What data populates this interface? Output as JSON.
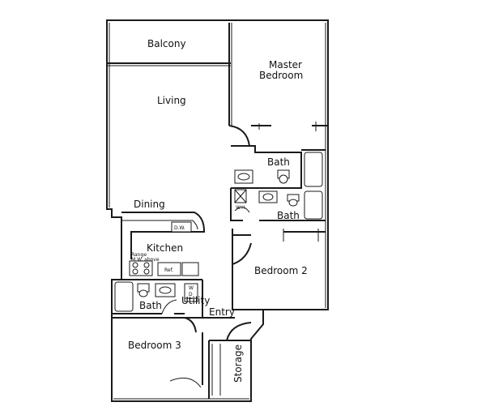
{
  "rooms": {
    "balcony": "Balcony",
    "master_bedroom_1": "Master",
    "master_bedroom_2": "Bedroom",
    "living": "Living",
    "bath_top": "Bath",
    "bath_mid": "Bath",
    "dining": "Dining",
    "kitchen": "Kitchen",
    "bedroom2": "Bedroom  2",
    "bath_bottom": "Bath",
    "utility": "Utility",
    "entry": "Entry",
    "bedroom3": "Bedroom  3",
    "storage": "Storage"
  },
  "fixtures": {
    "dw": "D.W.",
    "ref": "Ref.",
    "range_1": "Range",
    "range_2": "M.W. above",
    "wd_1": "W",
    "wd_2": "D",
    "wh": "W.H."
  }
}
